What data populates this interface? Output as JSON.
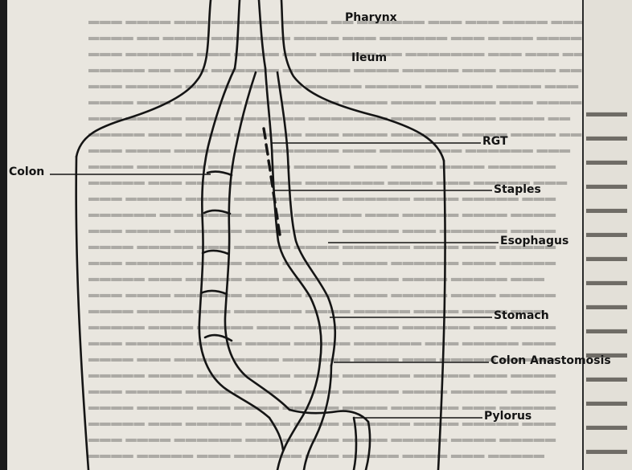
{
  "labels": {
    "pharynx": "Pharynx",
    "ileum": "Ileum",
    "rgt": "RGT",
    "colon": "Colon",
    "staples": "Staples",
    "esophagus": "Esophagus",
    "stomach": "Stomach",
    "colon_anastomosis": "Colon Anastomosis",
    "pylorus": "Pylorus"
  },
  "colors": {
    "ink": "#141414",
    "paper": "#e9e6df"
  }
}
